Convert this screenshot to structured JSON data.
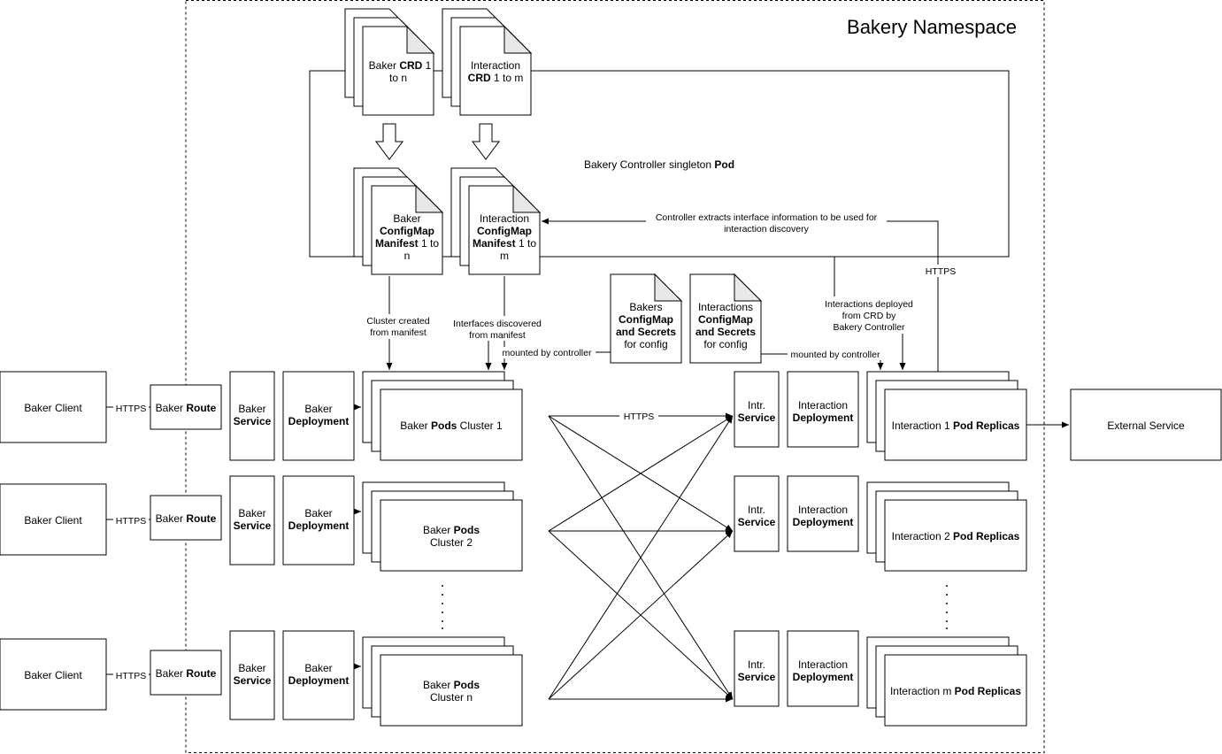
{
  "namespace": {
    "title": "Bakery Namespace"
  },
  "crds": {
    "baker": {
      "line1_pre": "Baker ",
      "line1_bold": "CRD",
      "line1_post": " 1",
      "line2": "to n"
    },
    "interaction": {
      "line1": "Interaction",
      "line2_bold": "CRD",
      "line2_post": " 1 to m"
    }
  },
  "manifests": {
    "baker": {
      "line1": "Baker",
      "line2_bold": "ConfigMap",
      "line3_bold": "Manifest",
      "line3_post": " 1 to",
      "line4": "n"
    },
    "interaction": {
      "line1": "Interaction",
      "line2_bold": "ConfigMap",
      "line3_bold": "Manifest",
      "line3_post": " 1 to",
      "line4": "m"
    }
  },
  "controller": {
    "pre": "Bakery Controller singleton ",
    "bold": "Pod"
  },
  "edge_labels": {
    "extracts_1": "Controller extracts interface information to be used for",
    "extracts_2": "interaction discovery",
    "https_vertical": "HTTPS",
    "cluster_created_1": "Cluster created",
    "cluster_created_2": "from manifest",
    "interfaces_discovered_1": "Interfaces discovered",
    "interfaces_discovered_2": "from manifest",
    "mounted_left": "mounted by controller",
    "mounted_right": "mounted by controller",
    "deployed_1": "Interactions deployed",
    "deployed_2": "from CRD by",
    "deployed_3": "Bakery Controller",
    "https_client": "HTTPS",
    "https_pods": "HTTPS"
  },
  "config_docs": {
    "bakers": {
      "line1": "Bakers",
      "line2_bold": "ConfigMap",
      "line3_bold": "and Secrets",
      "line4": "for config"
    },
    "interactions": {
      "line1": "Interactions",
      "line2_bold": "ConfigMap",
      "line3_bold": "and Secrets",
      "line4": "for config"
    }
  },
  "clients": {
    "label": "Baker Client"
  },
  "route": {
    "pre": "Baker ",
    "bold": "Route"
  },
  "service": {
    "line1": "Baker",
    "line2_bold": "Service"
  },
  "deployment": {
    "line1": "Baker",
    "line2_bold": "Deployment"
  },
  "baker_pods": [
    {
      "pre": "Baker ",
      "bold": "Pods",
      "post": " Cluster 1"
    },
    {
      "pre": "Baker ",
      "bold": "Pods",
      "line2": "Cluster 2"
    },
    {
      "pre": "Baker ",
      "bold": "Pods",
      "line2": "Cluster n"
    }
  ],
  "intr_service": {
    "line1": "Intr.",
    "line2_bold": "Service"
  },
  "intr_deployment": {
    "line1": "Interaction",
    "line2_bold": "Deployment"
  },
  "interaction_pods": [
    {
      "pre": "Interaction 1 ",
      "bold": "Pod Replicas"
    },
    {
      "pre": "Interaction 2 ",
      "bold": "Pod Replicas"
    },
    {
      "pre": "Interaction m ",
      "bold": "Pod Replicas"
    }
  ],
  "external": {
    "label": "External Service"
  }
}
